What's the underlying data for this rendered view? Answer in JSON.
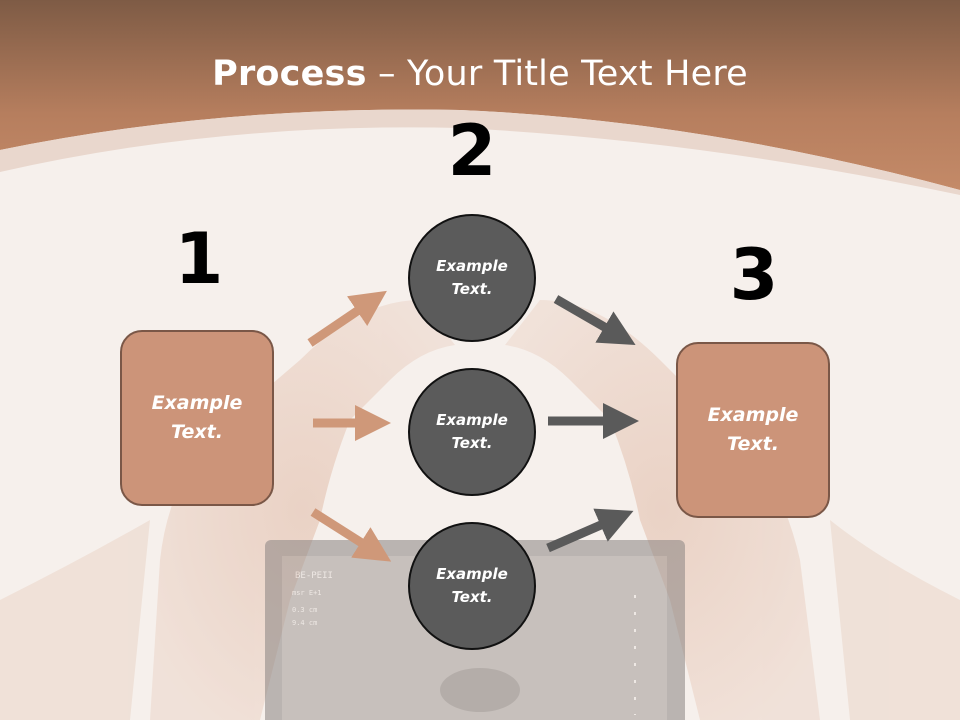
{
  "title": {
    "bold": "Process",
    "rest": " – Your Title Text Here"
  },
  "numbers": {
    "one": "1",
    "two": "2",
    "three": "3"
  },
  "left_box": {
    "text": "Example\nText."
  },
  "right_box": {
    "text": "Example\nText."
  },
  "circles": [
    {
      "text": "Example\nText."
    },
    {
      "text": "Example\nText."
    },
    {
      "text": "Example\nText."
    }
  ],
  "monitor_text": {
    "line1": "BE-PEII",
    "line2": "msr E+1",
    "line3": "0.3 cm",
    "line4": "9.4 cm"
  },
  "colors": {
    "header": "#b9805f",
    "box_fill": "#cc9479",
    "box_border": "#7a5747",
    "circle_fill": "#5b5b5b",
    "arrow_warm": "#cf9879",
    "arrow_dark": "#5a5a5a"
  }
}
